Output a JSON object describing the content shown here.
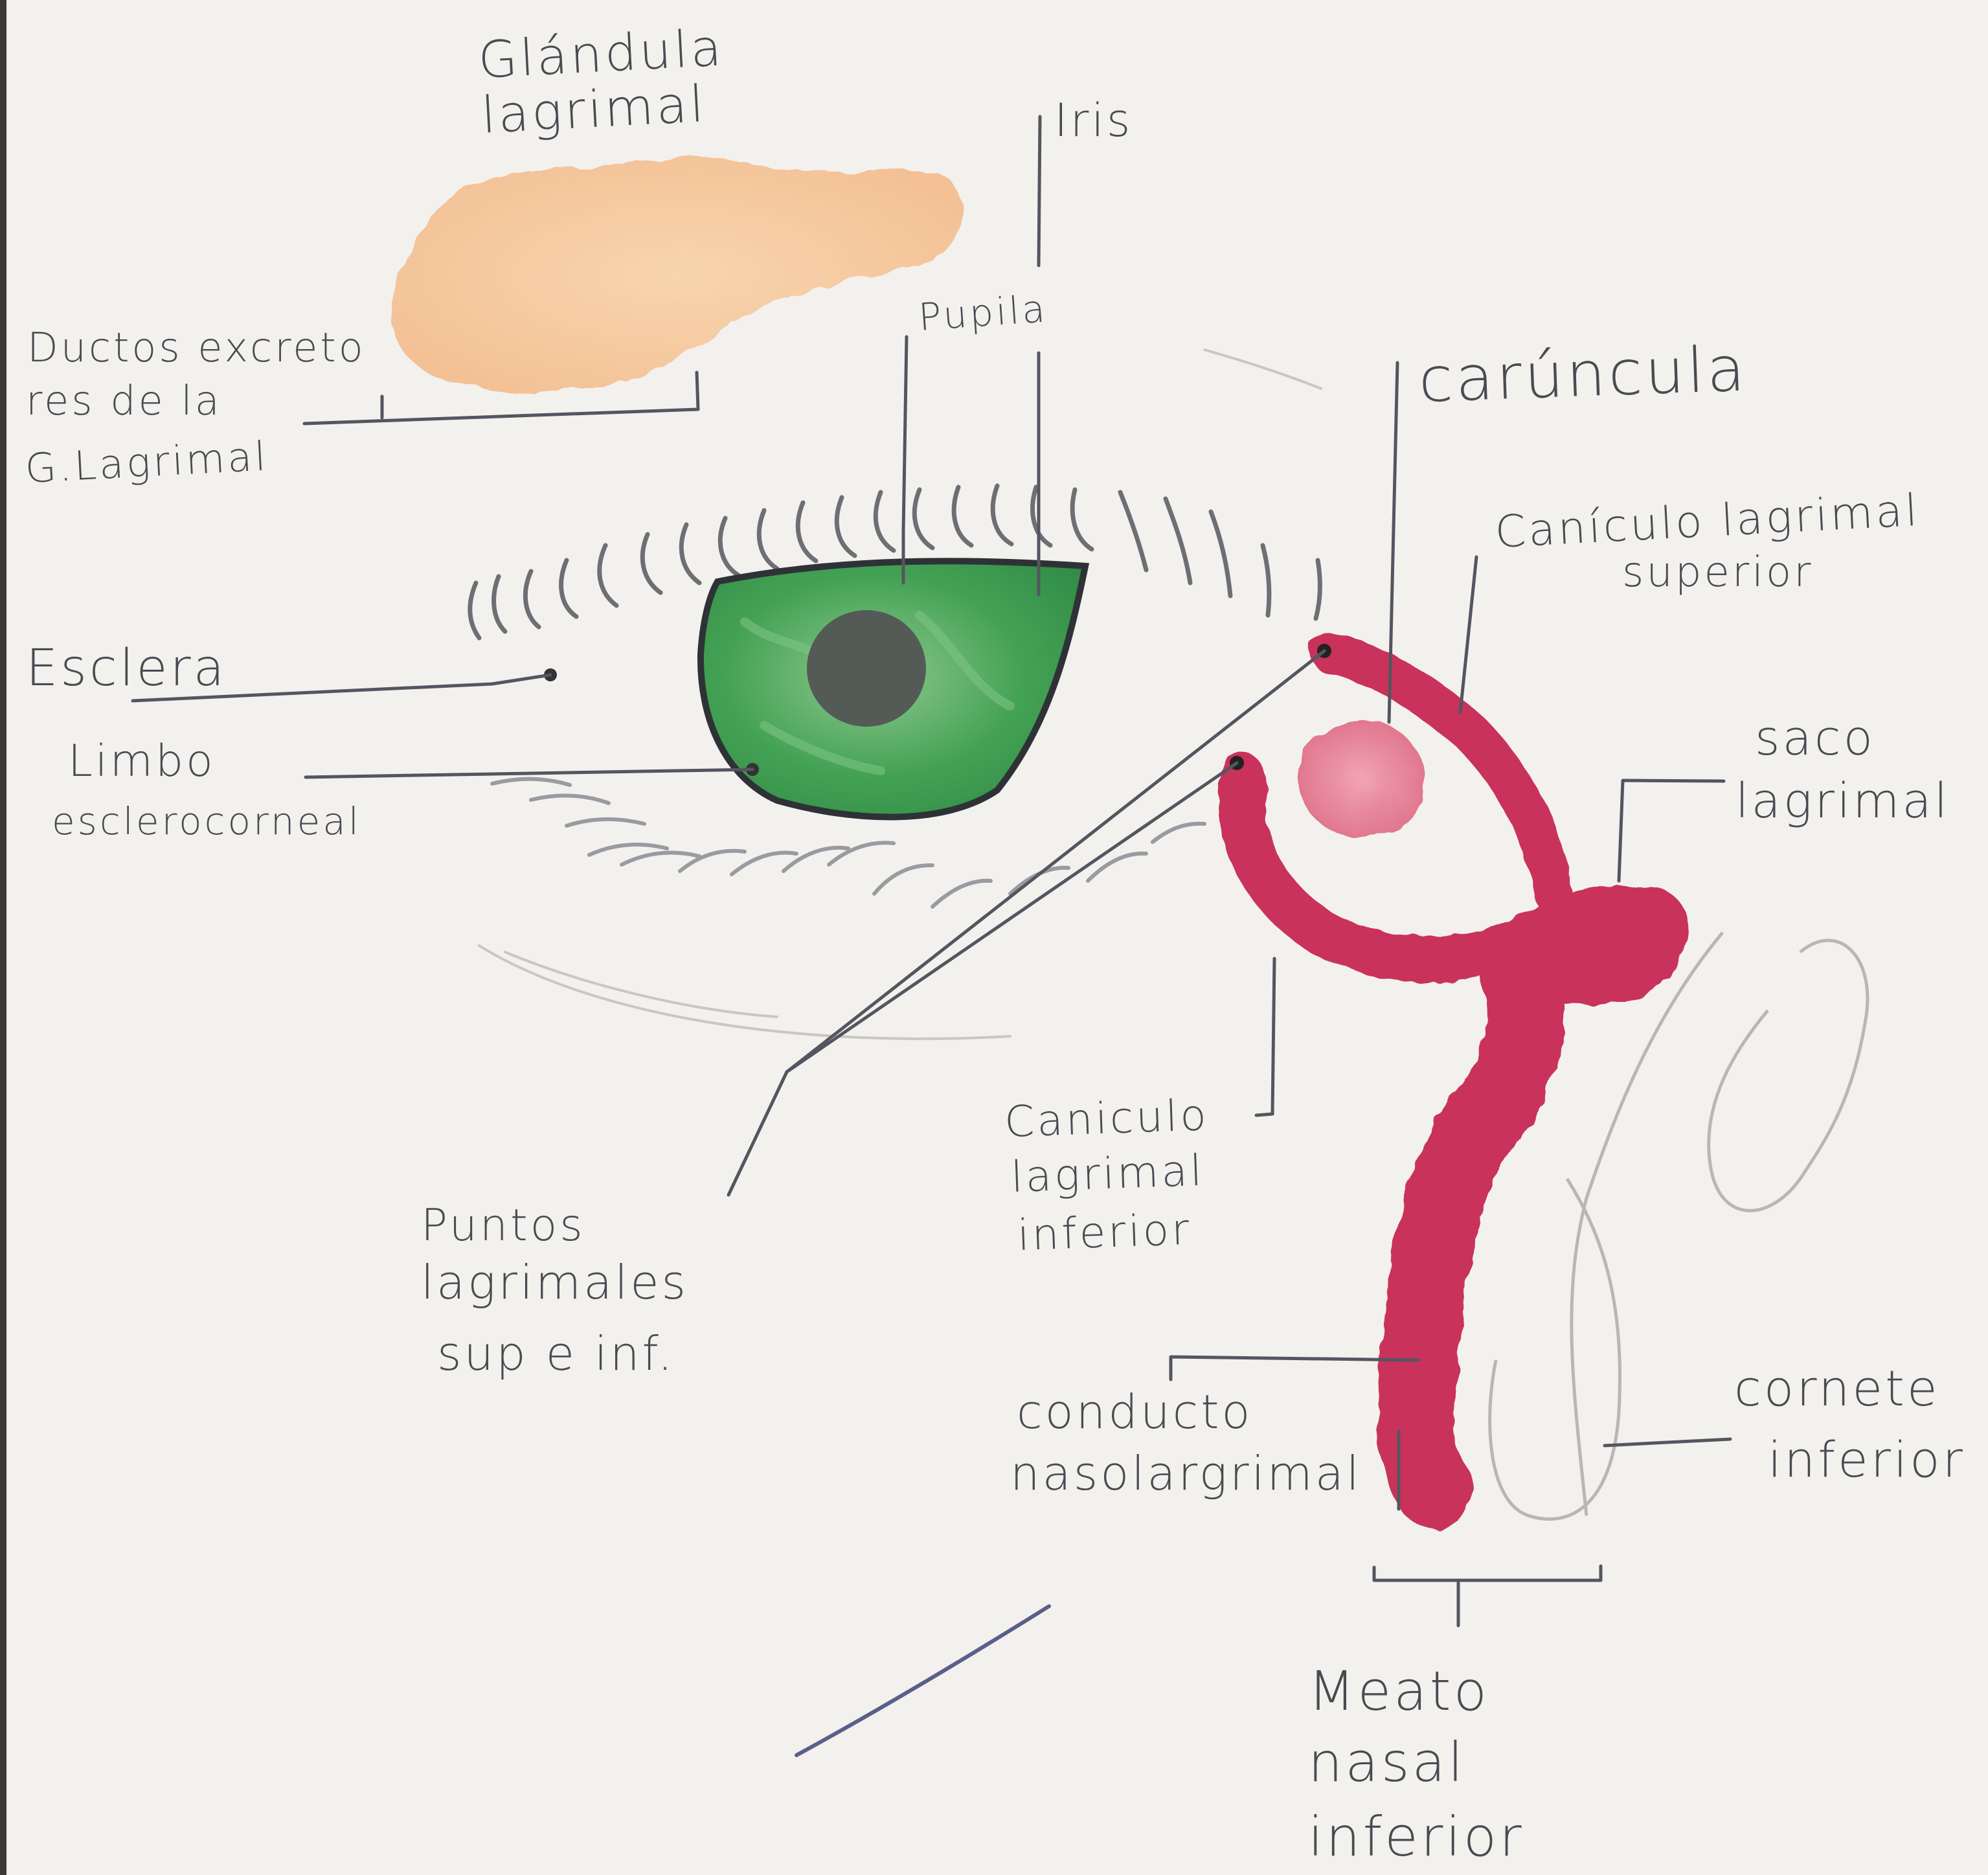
{
  "diagram": {
    "labels": {
      "glandula": [
        "Glándula",
        "lagrimal"
      ],
      "iris": "Iris",
      "pupila": "Pupila",
      "ductos": [
        "Ductos excreto",
        "res de la",
        "G.Lagrimal"
      ],
      "caruncula": "carúncula",
      "canaliculo_superior": [
        "Canículo lagrimal",
        "superior"
      ],
      "esclera": "Esclera",
      "limbo": [
        "Limbo",
        "esclerocorneal"
      ],
      "saco": [
        "saco",
        "lagrimal"
      ],
      "canaliculo_inferior": [
        "Caniculo",
        "lagrimal",
        "inferior"
      ],
      "puntos": [
        "Puntos",
        "lagrimales",
        "sup e inf."
      ],
      "conducto": [
        "conducto",
        "nasolargrimal"
      ],
      "cornete": [
        "cornete",
        "inferior"
      ],
      "meato": [
        "Meato",
        "nasal",
        "inferior"
      ]
    },
    "colors": {
      "gland": "#f6c79a",
      "iris": "#3f9a52",
      "pupil": "#4e5550",
      "ducts": "#c9335a",
      "caruncle": "#e8849a",
      "ink": "#4a4a52",
      "paper": "#f3f1ee"
    }
  }
}
